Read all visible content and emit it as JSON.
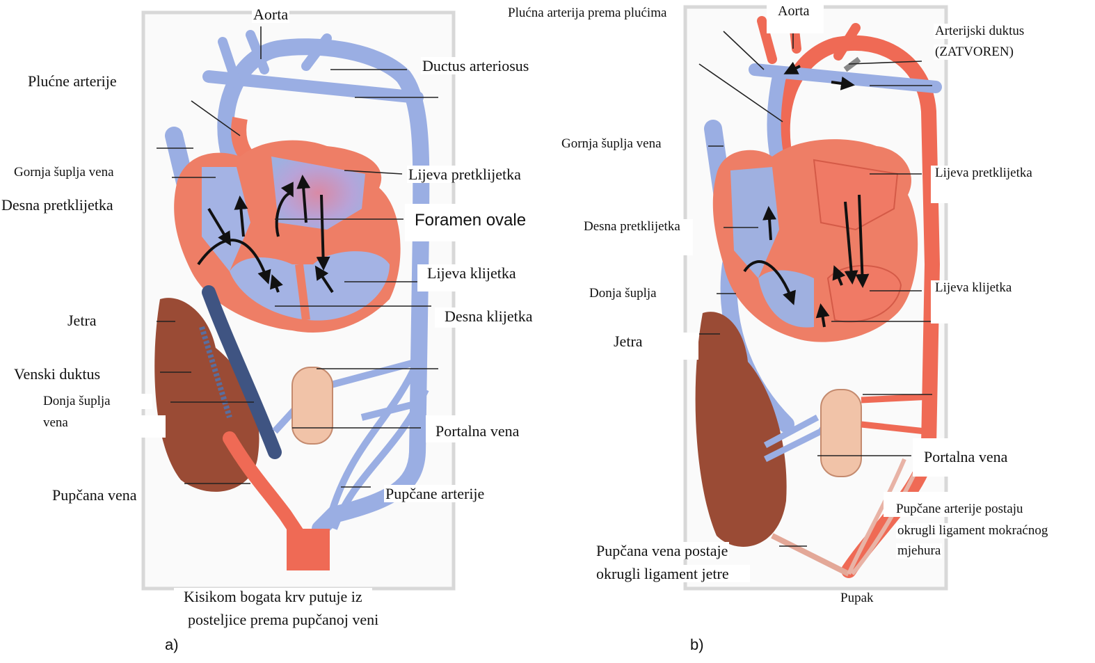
{
  "panel_a": {
    "caption": "a)",
    "labels": {
      "aorta": "Aorta",
      "ductus_arteriosus": "Ductus arteriosus",
      "plucne_arterije": "Plućne arterije",
      "gornja_suplja_vena": "Gornja šuplja vena",
      "desna_pretklijetka": "Desna pretklijetka",
      "lijeva_pretklijetka": "Lijeva pretklijetka",
      "foramen_ovale": "Foramen ovale",
      "lijeva_klijetka": "Lijeva klijetka",
      "desna_klijetka": "Desna klijetka",
      "jetra": "Jetra",
      "venski_duktus": "Venski duktus",
      "donja_suplja_vena_1": "Donja šuplja",
      "donja_suplja_vena_2": "vena",
      "portalna_vena": "Portalna vena",
      "pupcana_vena": "Pupčana vena",
      "pupcane_arterije": "Pupčane arterije",
      "bottom_1": "Kisikom bogata krv putuje iz",
      "bottom_2": "posteljice prema pupčanoj veni"
    }
  },
  "panel_b": {
    "caption": "b)",
    "labels": {
      "plucna_arterija": "Plućna arterija prema plućima",
      "aorta": "Aorta",
      "arterijski_duktus_1": "Arterijski duktus",
      "arterijski_duktus_2": "(ZATVOREN)",
      "gornja_suplja_vena": "Gornja šuplja vena",
      "lijeva_pretklijetka": "Lijeva pretklijetka",
      "desna_pretklijetka": "Desna pretklijetka",
      "lijeva_klijetka": "Lijeva klijetka",
      "donja_suplja": "Donja šuplja",
      "jetra": "Jetra",
      "portalna_vena": "Portalna vena",
      "pupcane_arterije_1": "Pupčane arterije postaju",
      "pupcane_arterije_2": "okrugli ligament mokraćnog",
      "pupcane_arterije_3": "mjehura",
      "pupcana_vena_1": "Pupčana vena postaje",
      "pupcana_vena_2": "okrugli ligament jetre",
      "pupak": "Pupak"
    }
  },
  "colors": {
    "blood_blue": "#8fa4dc",
    "blood_red": "#ef6a55",
    "deep_vein": "#3f5482",
    "liver": "#9a4b35",
    "frame": "#d8d8d8"
  }
}
